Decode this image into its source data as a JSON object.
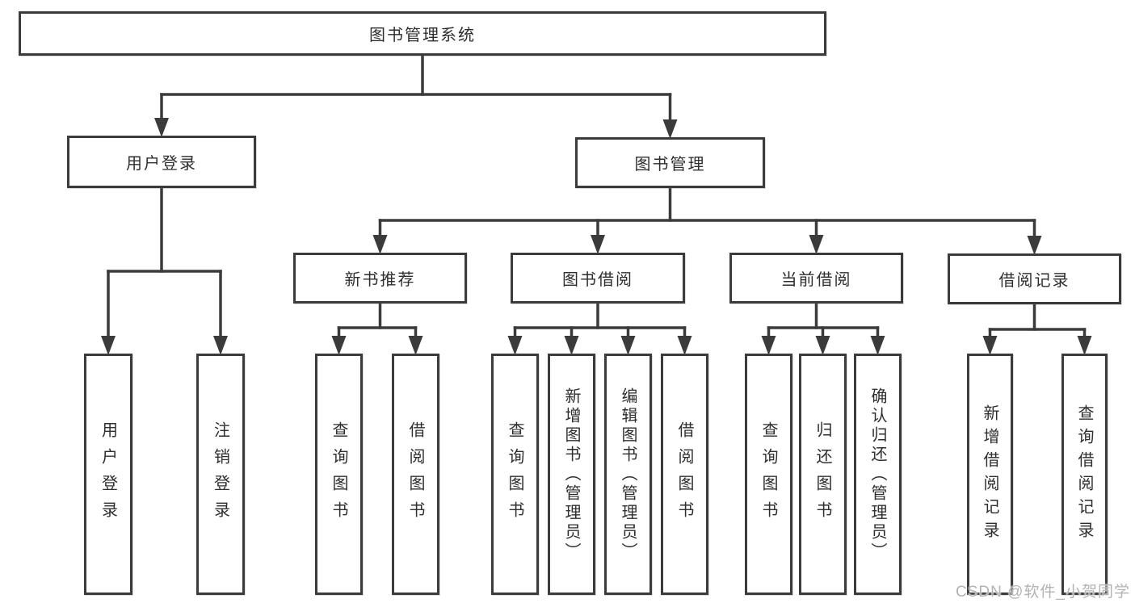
{
  "diagram": {
    "watermark": "CSDN @软件_小贺同学",
    "colors": {
      "line": "#3b3b3b",
      "text": "#2e2e2e",
      "box_background": "#ffffff",
      "watermark": "#b3b3b3"
    },
    "nodes": [
      {
        "id": "root",
        "label": "图书管理系统"
      },
      {
        "id": "user-login",
        "label": "用户登录"
      },
      {
        "id": "book-mgmt",
        "label": "图书管理"
      },
      {
        "id": "new-book-rec",
        "label": "新书推荐"
      },
      {
        "id": "book-borrow",
        "label": "图书借阅"
      },
      {
        "id": "current-borrow",
        "label": "当前借阅"
      },
      {
        "id": "borrow-records",
        "label": "借阅记录"
      },
      {
        "id": "ul-login",
        "label": "用户登录"
      },
      {
        "id": "ul-logout",
        "label": "注销登录"
      },
      {
        "id": "nbr-query",
        "label": "查询图书"
      },
      {
        "id": "nbr-borrow",
        "label": "借阅图书"
      },
      {
        "id": "bb-query",
        "label": "查询图书"
      },
      {
        "id": "bb-add",
        "label": "新增图书（管理员）"
      },
      {
        "id": "bb-edit",
        "label": "编辑图书（管理员）"
      },
      {
        "id": "bb-borrow",
        "label": "借阅图书"
      },
      {
        "id": "cb-query",
        "label": "查询图书"
      },
      {
        "id": "cb-return",
        "label": "归还图书"
      },
      {
        "id": "cb-confirm",
        "label": "确认归还（管理员）"
      },
      {
        "id": "br-add",
        "label": "新增借阅记录"
      },
      {
        "id": "br-query",
        "label": "查询借阅记录"
      }
    ],
    "edges": [
      [
        "root",
        "user-login"
      ],
      [
        "root",
        "book-mgmt"
      ],
      [
        "user-login",
        "ul-login"
      ],
      [
        "user-login",
        "ul-logout"
      ],
      [
        "book-mgmt",
        "new-book-rec"
      ],
      [
        "book-mgmt",
        "book-borrow"
      ],
      [
        "book-mgmt",
        "current-borrow"
      ],
      [
        "book-mgmt",
        "borrow-records"
      ],
      [
        "new-book-rec",
        "nbr-query"
      ],
      [
        "new-book-rec",
        "nbr-borrow"
      ],
      [
        "book-borrow",
        "bb-query"
      ],
      [
        "book-borrow",
        "bb-add"
      ],
      [
        "book-borrow",
        "bb-edit"
      ],
      [
        "book-borrow",
        "bb-borrow"
      ],
      [
        "current-borrow",
        "cb-query"
      ],
      [
        "current-borrow",
        "cb-return"
      ],
      [
        "current-borrow",
        "cb-confirm"
      ],
      [
        "borrow-records",
        "br-add"
      ],
      [
        "borrow-records",
        "br-query"
      ]
    ]
  }
}
